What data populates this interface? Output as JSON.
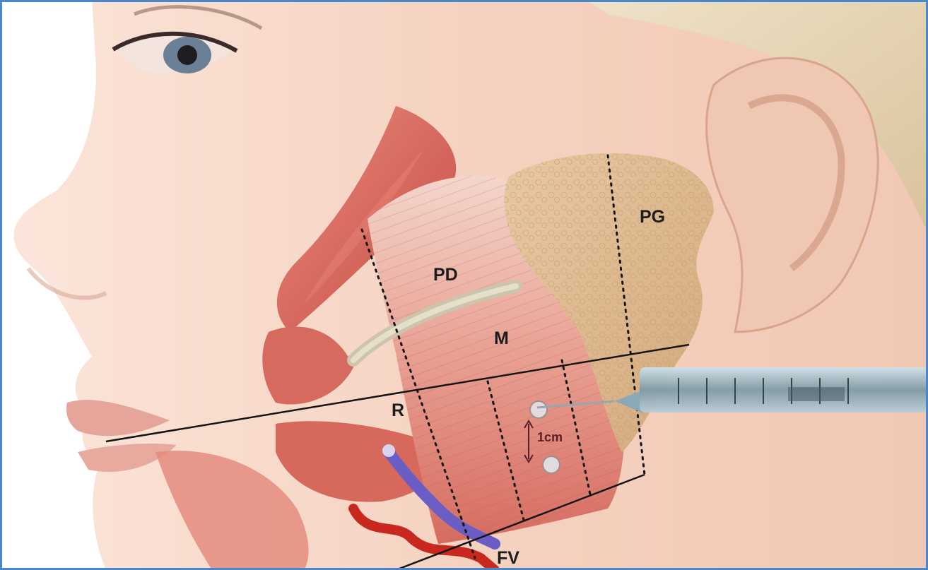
{
  "labels": {
    "pg": "PG",
    "pd": "PD",
    "m": "M",
    "r": "R",
    "dist": "1cm",
    "fv": "FV"
  },
  "colors": {
    "frame_border": "#4a86c8",
    "skin": "#f6d4c4",
    "muscle": "#d86a5e",
    "gland": "#d9b48a",
    "duct": "#d8d2bc",
    "vein": "#6a5ec4",
    "artery": "#c8281e",
    "guide_line": "#141414"
  },
  "icons": [
    "syringe-needle"
  ]
}
